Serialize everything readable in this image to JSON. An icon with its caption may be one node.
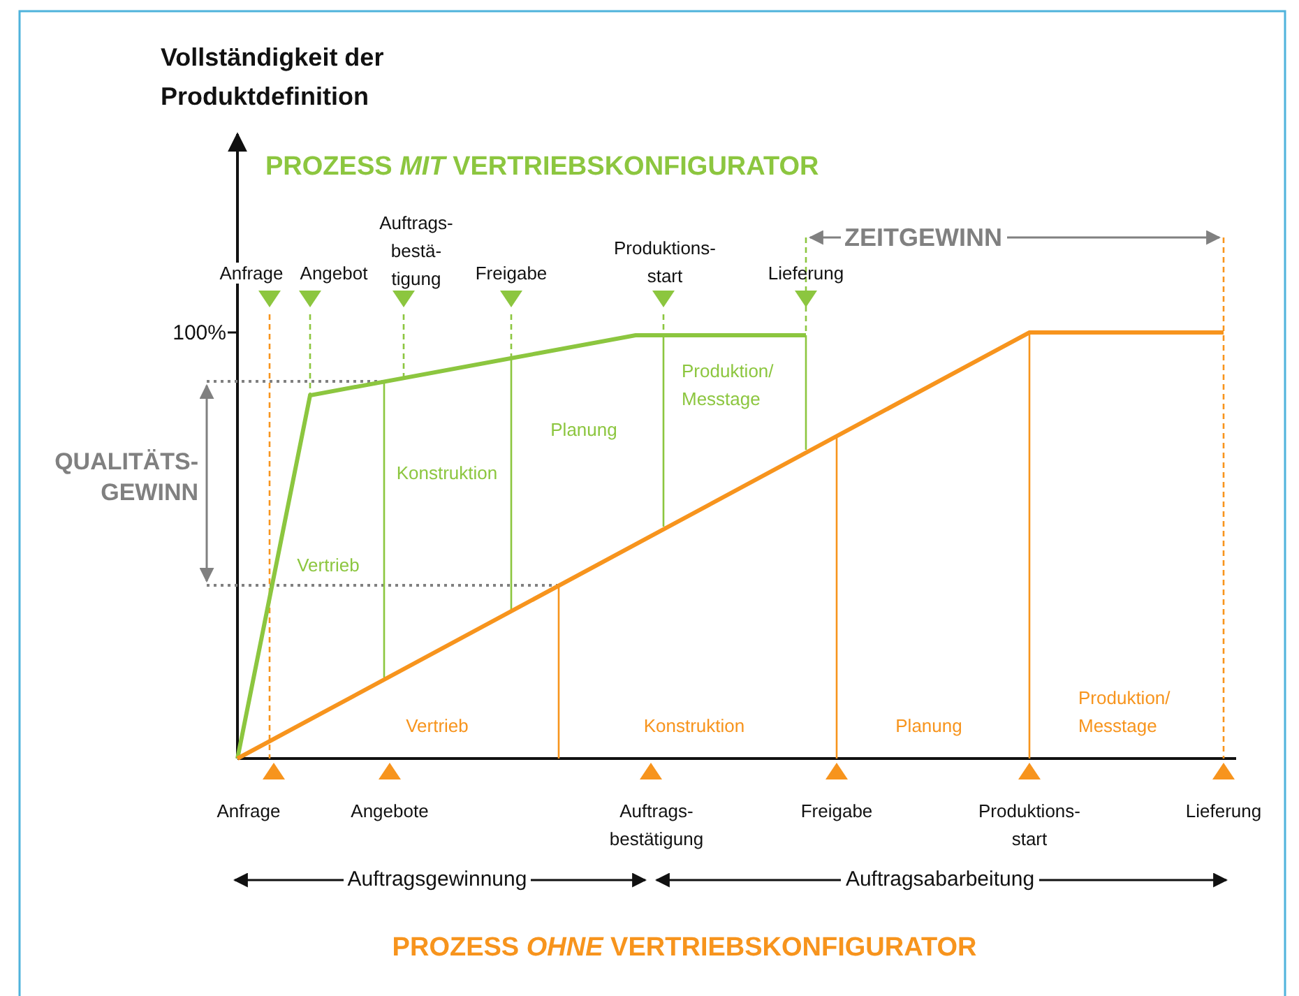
{
  "diagram": {
    "labels": [
      "Vollständigkeit der Produktdefinition",
      "PROZESS *MIT* VERTRIEBSKONFIGURATOR",
      "ZEITGEWINN",
      "Anfrage",
      "Angebot",
      "Auftrags- bestä- tigung",
      "Freigabe",
      "Produktions- start",
      "Lieferung",
      "100%",
      "QUALITÄTS- GEWINN",
      "Produktion/ Messtage",
      "Planung",
      "Konstruktion",
      "Vertrieb",
      "Vertrieb",
      "Konstruktion",
      "Planung",
      "Produktion/ Messtage",
      "Anfrage",
      "Angebote",
      "Auftrags- bestätigung",
      "Freigabe",
      "Produktions- start",
      "Lieferung",
      "Auftragsgewinnung",
      "Auftragsabarbeitung",
      "PROZESS *OHNE* VERTRIEBSKONFIGURATOR"
    ]
  }
}
